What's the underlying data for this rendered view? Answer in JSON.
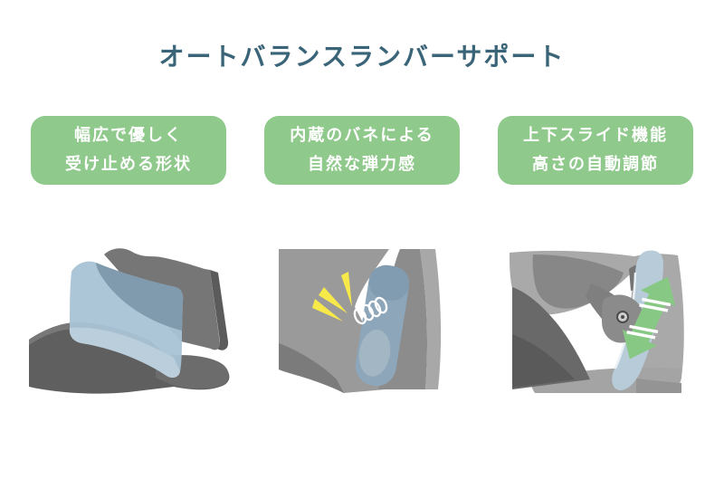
{
  "page": {
    "title": "オートバランスランバーサポート"
  },
  "features": [
    {
      "label_line1": "幅広で優しく",
      "label_line2": "受け止める形状",
      "illustration": "wide-lumbar-support-illustration"
    },
    {
      "label_line1": "内蔵のバネによる",
      "label_line2": "自然な弾力感",
      "illustration": "built-in-spring-illustration"
    },
    {
      "label_line1": "上下スライド機能",
      "label_line2": "高さの自動調節",
      "illustration": "vertical-slide-illustration"
    }
  ],
  "colors": {
    "background": "#ffffff",
    "title_text": "#3a6477",
    "badge_green": "#8fc98b",
    "badge_text": "#ffffff",
    "lumbar_blue_light": "#a9c3d5",
    "lumbar_blue_dark": "#7d97aa",
    "spark_yellow": "#f7e94a",
    "arrow_green": "#87c884",
    "chair_gray_light": "#a9a9a9",
    "chair_gray_mid": "#8c8c8c",
    "chair_gray_dark": "#5e5e5e"
  }
}
